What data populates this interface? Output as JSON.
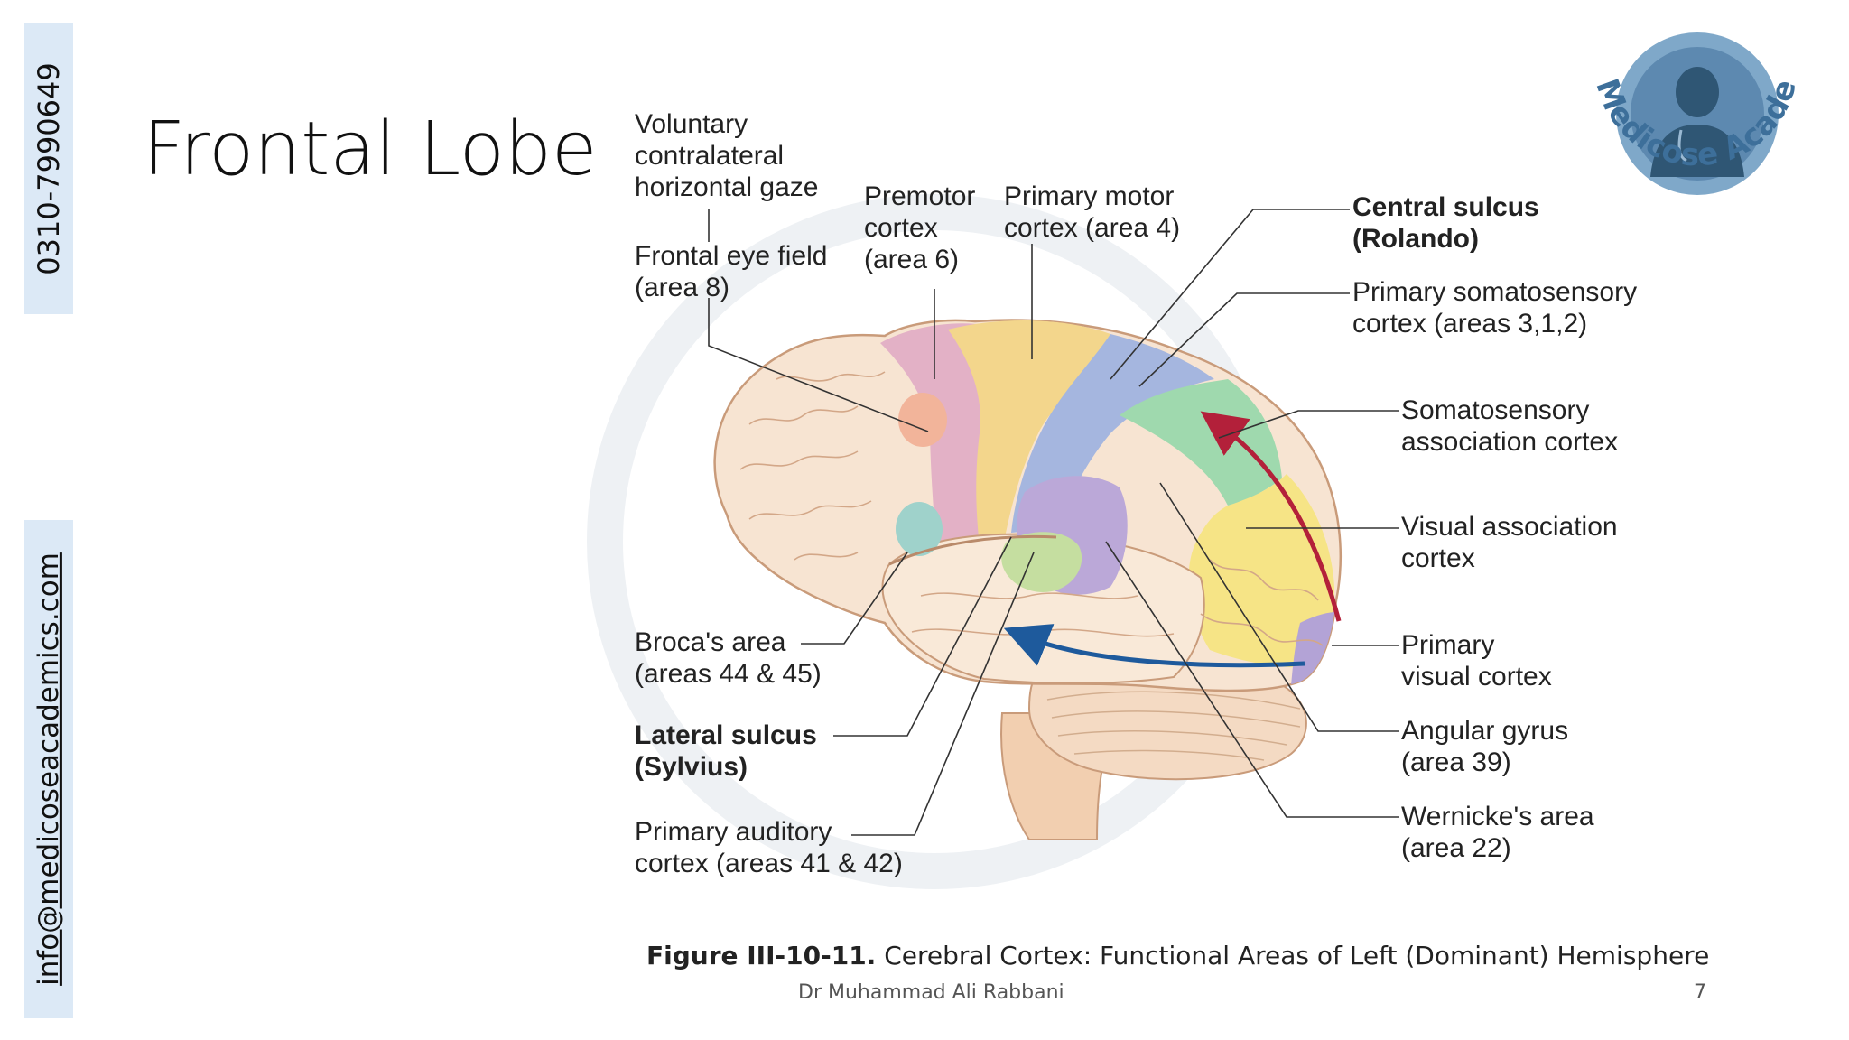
{
  "sidebar": {
    "phone": "0310-7990649",
    "email": "info@medicoseacademics.com"
  },
  "slide": {
    "title": "Frontal Lobe",
    "footer_author": "Dr Muhammad Ali Rabbani",
    "page_number": "7"
  },
  "logo": {
    "text": "Medicose Academics",
    "color": "#3d6f9a"
  },
  "figure": {
    "caption_number": "Figure III-10-11.",
    "caption_text": "Cerebral Cortex: Functional Areas of Left (Dominant) Hemisphere",
    "labels": {
      "voluntary_gaze": [
        "Voluntary",
        "contralateral",
        "horizontal gaze"
      ],
      "frontal_eye_field": [
        "Frontal eye field",
        "(area 8)"
      ],
      "premotor": [
        "Premotor",
        "cortex",
        "(area 6)"
      ],
      "primary_motor": [
        "Primary motor",
        "cortex (area 4)"
      ],
      "central_sulcus": [
        "Central sulcus",
        "(Rolando)"
      ],
      "primary_somatosensory": [
        "Primary somatosensory",
        "cortex (areas 3,1,2)"
      ],
      "somatosensory_association": [
        "Somatosensory",
        "association cortex"
      ],
      "visual_association": [
        "Visual association",
        "cortex"
      ],
      "primary_visual": [
        "Primary",
        "visual cortex"
      ],
      "angular_gyrus": [
        "Angular gyrus",
        "(area 39)"
      ],
      "wernicke": [
        "Wernicke's area",
        "(area 22)"
      ],
      "broca": [
        "Broca's area",
        "(areas 44 & 45)"
      ],
      "lateral_sulcus": [
        "Lateral sulcus",
        "(Sylvius)"
      ],
      "primary_auditory": [
        "Primary auditory",
        "cortex (areas 41 & 42)"
      ]
    },
    "colors": {
      "frontal_base": "#f7e4d2",
      "premotor": "#e3b1c6",
      "motor": "#f3d68c",
      "somatosensory": "#a5b6df",
      "somatosensory_assoc": "#9fd9ae",
      "visual_assoc": "#f6e486",
      "primary_visual": "#b3a3d6",
      "broca": "#9fd2cb",
      "frontal_eye": "#f2b49a",
      "auditory": "#c5dea0",
      "wernicke": "#bba8d8",
      "arrow_red": "#b3203a",
      "arrow_blue": "#1e5a9c"
    }
  }
}
